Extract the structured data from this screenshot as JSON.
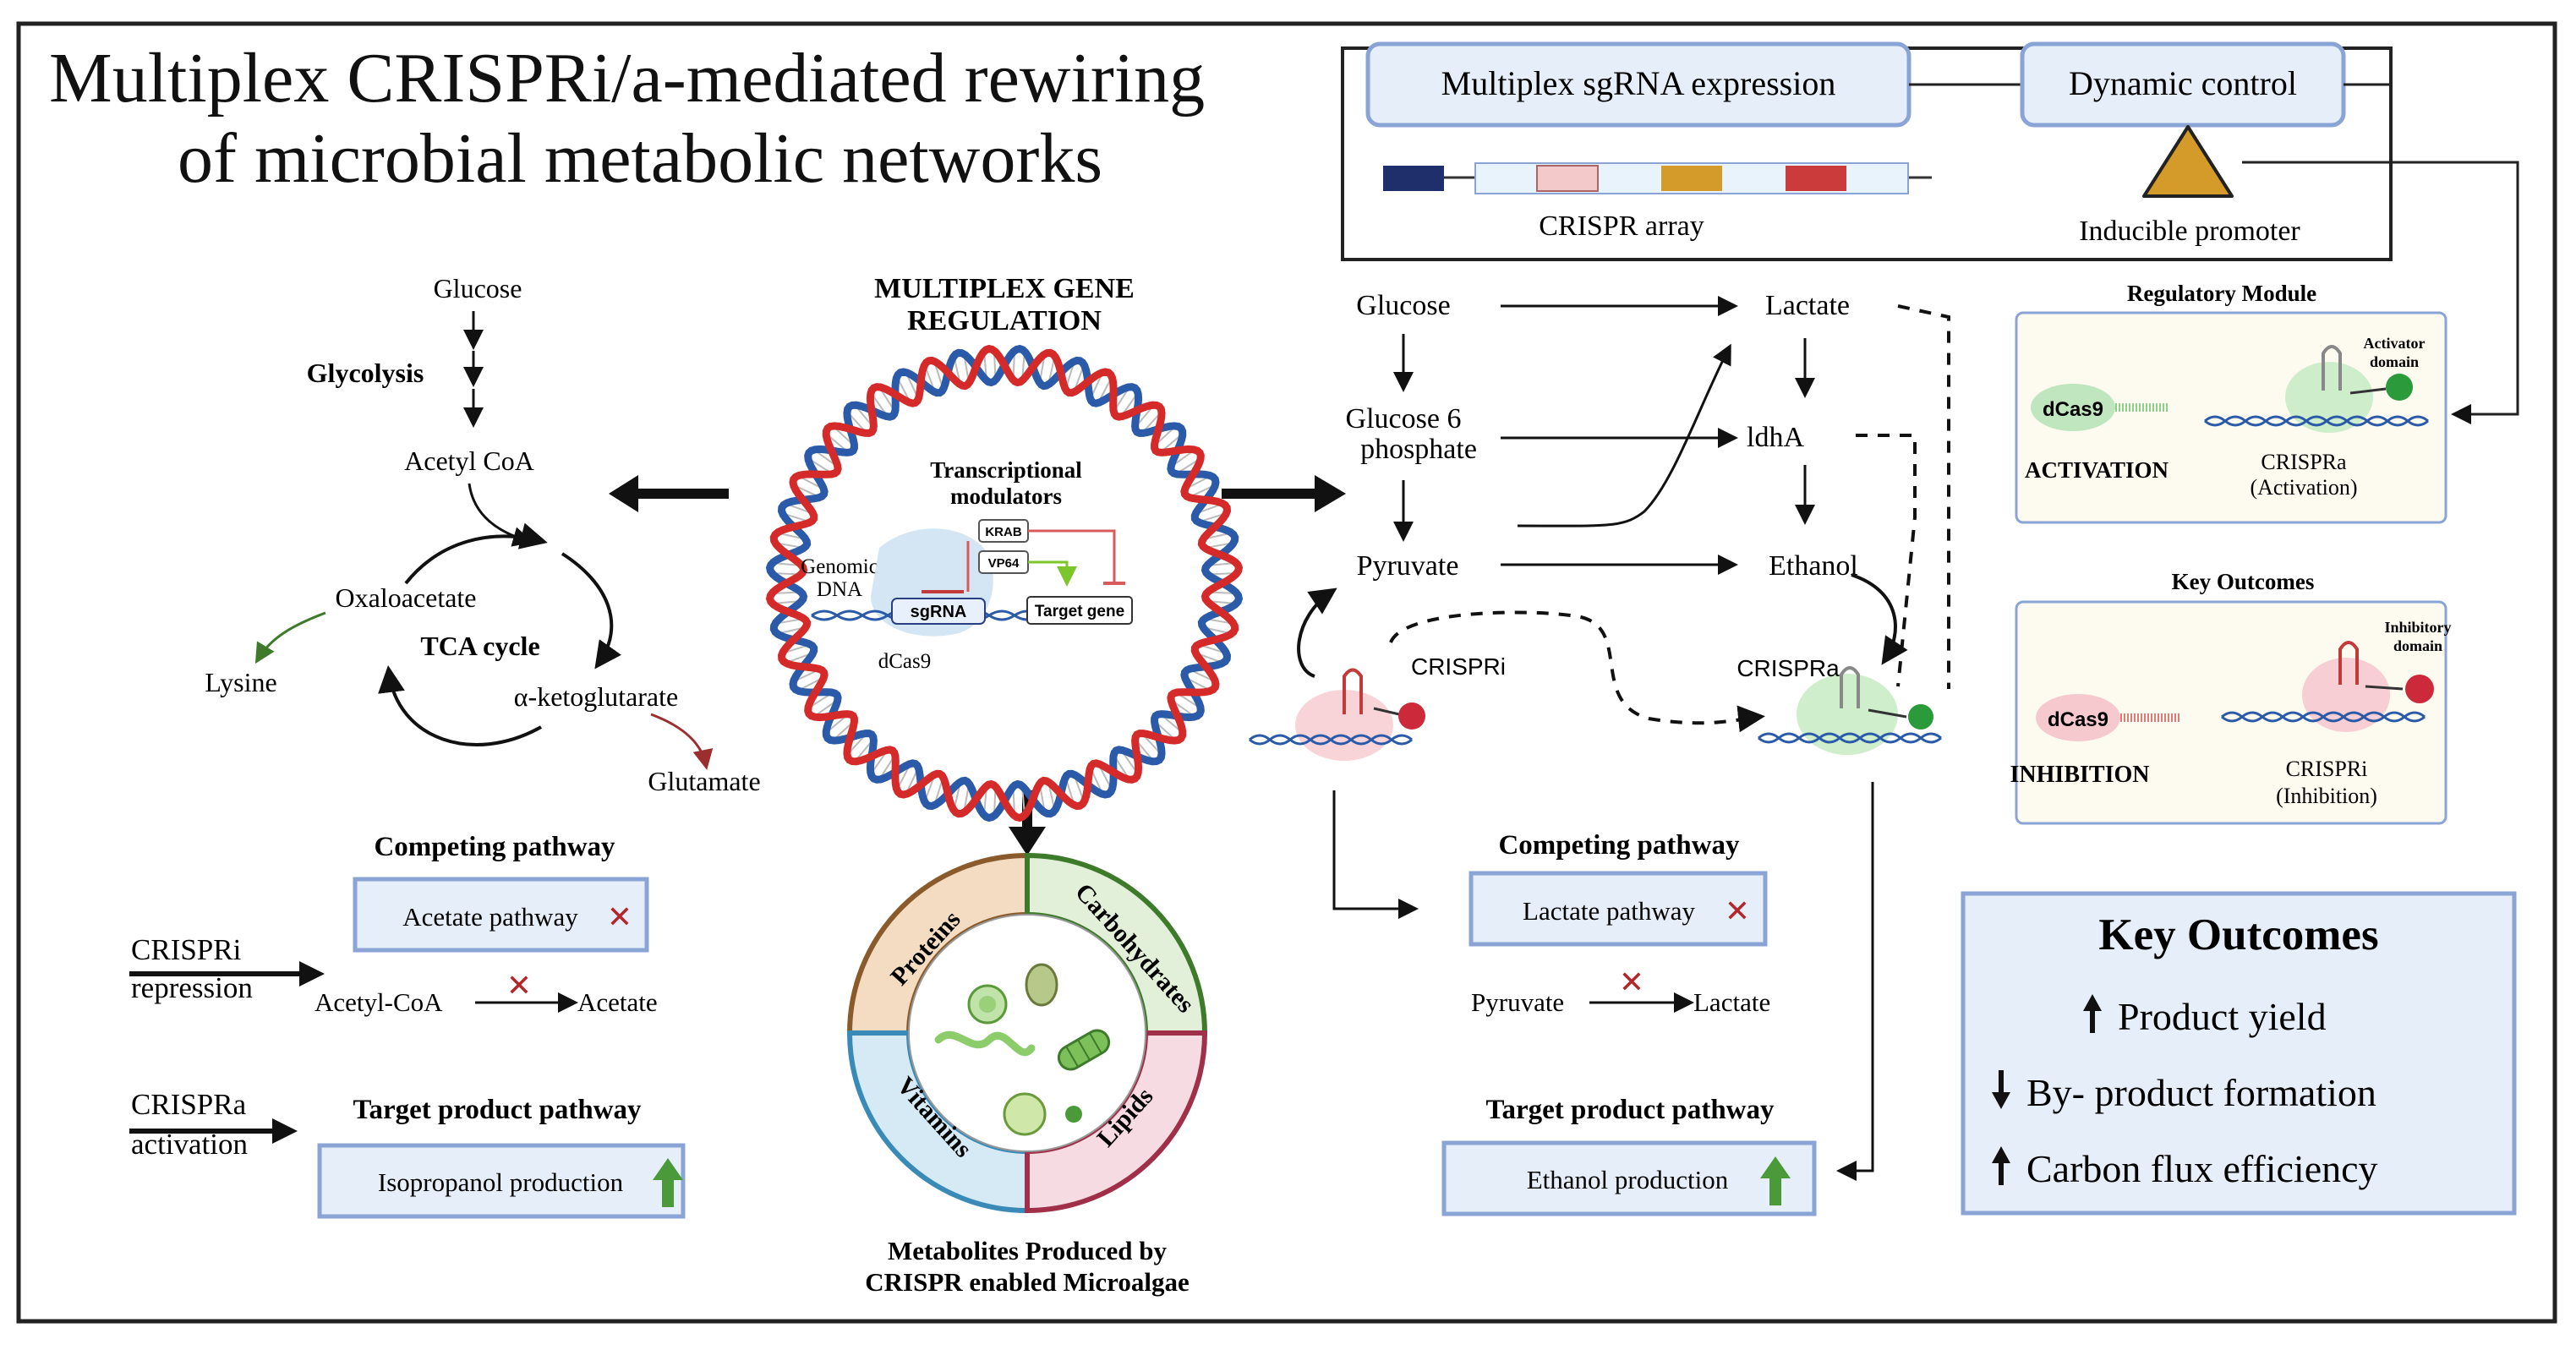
{
  "title": {
    "line1": "Multiplex CRISPRi/a-mediated rewiring",
    "line2": "of microbial metabolic networks"
  },
  "top_panel": {
    "sgrna_expression": "Multiplex sgRNA expression",
    "dynamic_control": "Dynamic control",
    "crispr_array": "CRISPR array",
    "inducible_promoter": "Inducible promoter"
  },
  "left_pathway": {
    "glucose": "Glucose",
    "glycolysis": "Glycolysis",
    "acetyl_coa": "Acetyl CoA",
    "oxaloacetate": "Oxaloacetate",
    "tca_cycle": "TCA cycle",
    "lysine": "Lysine",
    "ketoglutarate": "α-ketoglutarate",
    "glutamate": "Glutamate"
  },
  "center": {
    "heading_line1": "MULTIPLEX GENE",
    "heading_line2": "REGULATION",
    "modulators_line1": "Transcriptional",
    "modulators_line2": "modulators",
    "krab": "KRAB",
    "vp64": "VP64",
    "genomic_line1": "Genomic",
    "genomic_line2": "DNA",
    "sgrna": "sgRNA",
    "target_gene": "Target gene",
    "dcas9": "dCas9"
  },
  "metabolites_wheel": {
    "proteins": "Proteins",
    "carbohydrates": "Carbohydrates",
    "vitamins": "Vitamins",
    "lipids": "Lipids",
    "caption_line1": "Metabolites Produced by",
    "caption_line2": "CRISPR enabled Microalgae"
  },
  "left_bottom": {
    "competing_title": "Competing pathway",
    "acetate_box": "Acetate pathway",
    "crispri_line1": "CRISPRi",
    "crispri_line2": "repression",
    "acetyl_coa": "Acetyl-CoA",
    "acetate": "Acetate",
    "crispra_line1": "CRISPRa",
    "crispra_line2": "activation",
    "target_title": "Target product pathway",
    "isopropanol_box": "Isopropanol production"
  },
  "right_pathway": {
    "glucose": "Glucose",
    "g6p_line1": "Glucose 6",
    "g6p_line2": "phosphate",
    "pyruvate": "Pyruvate",
    "lactate": "Lactate",
    "ldha": "ldhA",
    "ethanol": "Ethanol",
    "crispri": "CRISPRi",
    "crispra": "CRISPRa",
    "competing_title": "Competing pathway",
    "lactate_box": "Lactate pathway",
    "pyruvate2": "Pyruvate",
    "lactate2": "Lactate",
    "target_title": "Target product pathway",
    "ethanol_box": "Ethanol production"
  },
  "regulatory_module": {
    "title": "Regulatory Module",
    "activator_line1": "Activator",
    "activator_line2": "domain",
    "dcas9": "dCas9",
    "activation": "ACTIVATION",
    "crispra_line1": "CRISPRa",
    "crispra_line2": "(Activation)"
  },
  "key_outcomes_small": {
    "title": "Key Outcomes",
    "inhibitory_line1": "Inhibitory",
    "inhibitory_line2": "domain",
    "dcas9": "dCas9",
    "inhibition": "INHIBITION",
    "crispri_line1": "CRISPRi",
    "crispri_line2": "(Inhibition)"
  },
  "key_outcomes_box": {
    "title": "Key Outcomes",
    "items": [
      {
        "direction": "up",
        "label": "Product yield"
      },
      {
        "direction": "down",
        "label": "By- product formation"
      },
      {
        "direction": "up",
        "label": "Carbon flux efficiency"
      }
    ]
  },
  "colors": {
    "box_fill": "#e6eef9",
    "box_stroke": "#8aa4d6",
    "dna_red": "#d42a2a",
    "dna_blue": "#2a5aa8",
    "cross_red": "#b3262a",
    "up_green": "#4a9a3a",
    "proteins": "#f3dcc2",
    "carbohydrates": "#e2efd9",
    "vitamins": "#d6eaf5",
    "lipids": "#f7dbe3"
  }
}
